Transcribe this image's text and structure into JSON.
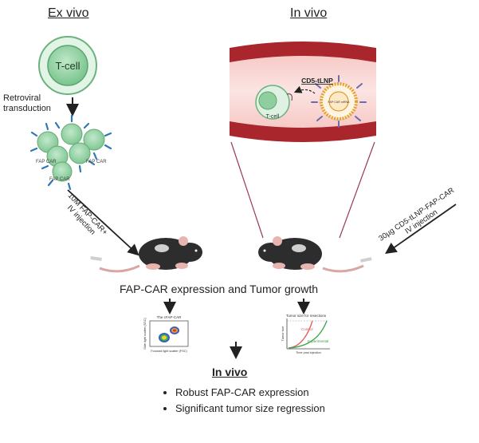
{
  "headers": {
    "left": "Ex vivo",
    "right": "In vivo"
  },
  "tcell_label": "T-cell",
  "step_retroviral": [
    "Retroviral",
    "transduction"
  ],
  "car_cell_label": "FAP CAR",
  "injection_left": [
    "10M FAP-CAR+",
    "IV injection"
  ],
  "vessel": {
    "particle_title": "CD5-tLNP",
    "cell_label": "T-cell",
    "cargo_label": "FAP CAR mRNA"
  },
  "injection_right": [
    "30µg CD5-tLNP-FAP-CAR",
    "IV injection"
  ],
  "readout_title": "FAP-CAR expression and Tumor growth",
  "flow_plot": {
    "title": "The cFAP-CAR",
    "xlabel": "Forward light scatter (FSC)",
    "ylabel": "Side light scatter (SSC)"
  },
  "growth_plot": {
    "title": "Tumor size for resections",
    "xlabel": "Time post injection",
    "ylabel": "Tumor size",
    "series_control": "Control",
    "series_experimental": "Experimental",
    "colors": {
      "control": "#e05a5a",
      "experimental": "#3aa646"
    }
  },
  "result_title": "In vivo",
  "results": [
    "Robust FAP-CAR expression",
    "Significant tumor size regression"
  ]
}
